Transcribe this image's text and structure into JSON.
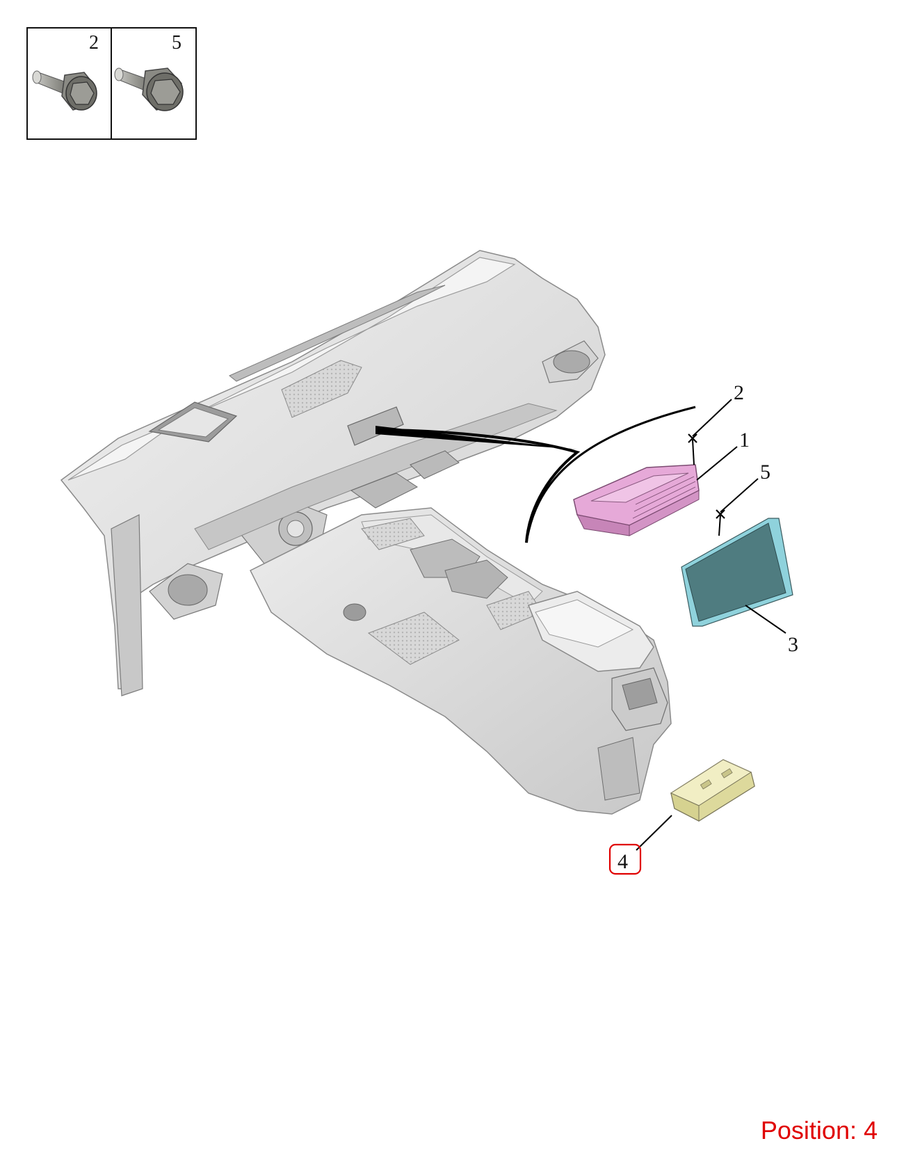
{
  "legend": {
    "cells": [
      {
        "number": "2",
        "icon": "bolt-icon"
      },
      {
        "number": "5",
        "icon": "bolt-icon"
      }
    ]
  },
  "callouts": {
    "c1": "1",
    "c2": "2",
    "c3": "3",
    "c4": "4",
    "c5": "5"
  },
  "highlighted_callout": "4",
  "position_label": "Position: 4",
  "colors": {
    "module_1": "#e6a9d8",
    "panel_3": "#4f7c80",
    "panel_3_edge": "#8fd2dc",
    "box_4": "#e8e4a6",
    "highlight": "#e00000",
    "dashboard": "#dcdcdc"
  }
}
